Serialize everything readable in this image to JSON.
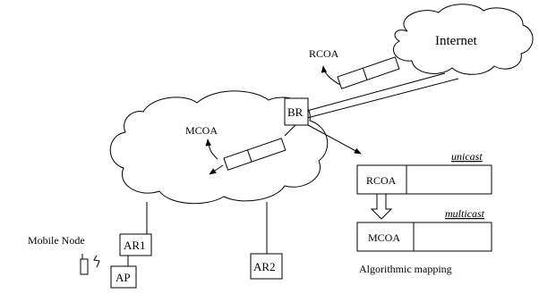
{
  "labels": {
    "internet": "Internet",
    "rcoa_arrow": "RCOA",
    "br": "BR",
    "mcoa_arrow": "MCOA",
    "ar1": "AR1",
    "ar2": "AR2",
    "ap": "AP",
    "mobile_node": "Mobile Node",
    "unicast": "unicast",
    "multicast": "multicast",
    "rcoa_box": "RCOA",
    "mcoa_box": "MCOA",
    "mapping": "Algorithmic mapping"
  }
}
